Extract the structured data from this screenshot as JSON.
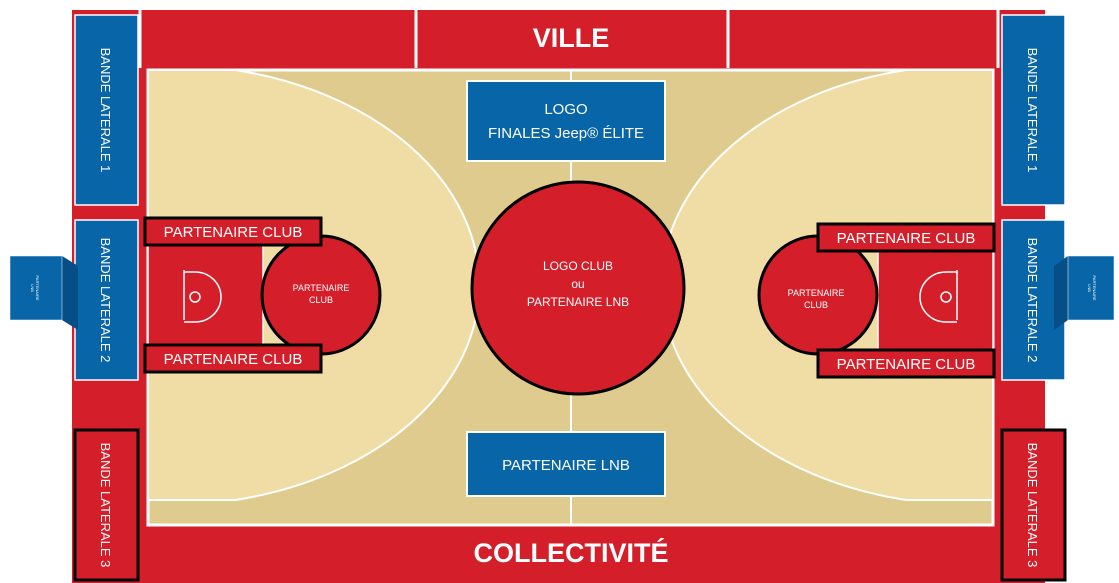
{
  "colors": {
    "red": "#d41f2b",
    "blue": "#0765a8",
    "court_light": "#f0dca5",
    "court_dark": "#decb8d",
    "line": "#ffffff"
  },
  "top_banner": "VILLE",
  "bottom_banner": "COLLECTIVITÉ",
  "center_top_box": {
    "line1": "LOGO",
    "line2": "FINALES Jeep® ÉLITE"
  },
  "center_circle": {
    "line1": "LOGO CLUB",
    "line2": "ou",
    "line3": "PARTENAIRE LNB"
  },
  "center_bottom_box": "PARTENAIRE LNB",
  "partner_club_label": "PARTENAIRE CLUB",
  "key_circle": {
    "line1": "PARTENAIRE",
    "line2": "CLUB"
  },
  "side_bands": {
    "band1": "BANDE LATERALE 1",
    "band2": "BANDE LATERALE 2",
    "band3": "BANDE LATERALE 3"
  },
  "lnb_cube": {
    "line1": "PARTENAIRE",
    "line2": "LNB"
  }
}
